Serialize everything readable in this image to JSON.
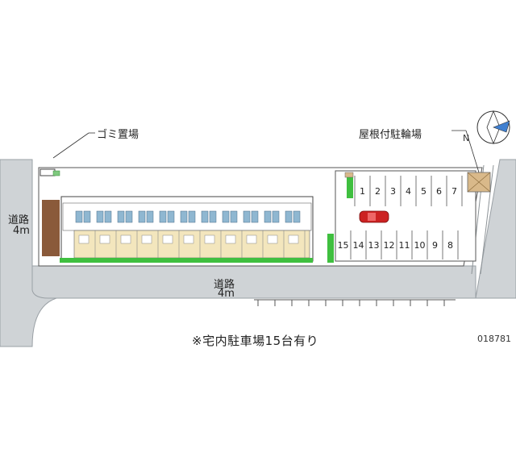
{
  "labels": {
    "garbage": "ゴミ置場",
    "bike_shelter": "屋根付駐輪場",
    "road_left_name": "道路",
    "road_left_width": "4m",
    "road_bottom_name": "道路",
    "road_bottom_width": "4m",
    "parking_note": "※宅内駐車場15台有り",
    "map_id": "018781",
    "compass_letter": "N"
  },
  "parking": {
    "top_row": [
      "1",
      "2",
      "3",
      "4",
      "5",
      "6",
      "7"
    ],
    "bottom_row": [
      "15",
      "14",
      "13",
      "12",
      "11",
      "10",
      "9",
      "8"
    ]
  },
  "colors": {
    "road": "#cfd3d6",
    "building_unit": "#f3e6bd",
    "unit_window": "#8fb7d1",
    "brick_wall": "#8a5a3a",
    "greenery": "#3fbf3f",
    "car": "#cc2222",
    "bike_shelter": "#d9b98a"
  }
}
